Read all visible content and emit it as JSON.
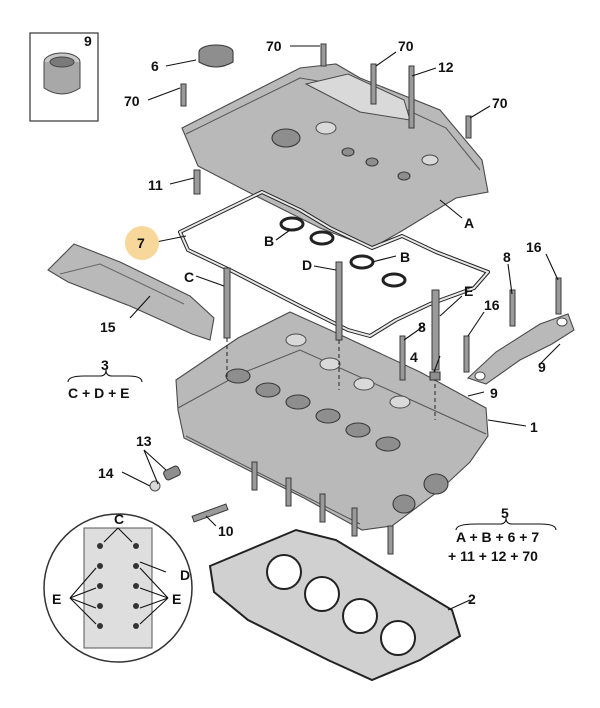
{
  "colors": {
    "highlight": "#f7d79a",
    "part_fill": "#b9b9b9",
    "part_stroke": "#4a4a4a",
    "label": "#111111"
  },
  "labels": {
    "l9_box": "9",
    "l6": "6",
    "l70_a": "70",
    "l70_b": "70",
    "l70_c": "70",
    "l70_d": "70",
    "l12": "12",
    "l11": "11",
    "lA": "A",
    "l7": "7",
    "lB_a": "B",
    "lB_b": "B",
    "lD_top": "D",
    "lC_top": "C",
    "lE_top": "E",
    "l8_a": "8",
    "l8_b": "8",
    "l16_a": "16",
    "l16_b": "16",
    "l15": "15",
    "l4": "4",
    "l9_right": "9",
    "l9_lower": "9",
    "l1": "1",
    "l13": "13",
    "l14": "14",
    "l10": "10",
    "l2": "2",
    "lC_inset": "C",
    "lD_inset": "D",
    "lE_inset_left": "E",
    "lE_inset_right": "E"
  },
  "kits": {
    "k3": {
      "number": "3",
      "contents": "C + D + E"
    },
    "k5": {
      "number": "5",
      "line1": "A + B + 6 + 7",
      "line2": "+ 11 + 12 + 70"
    }
  }
}
